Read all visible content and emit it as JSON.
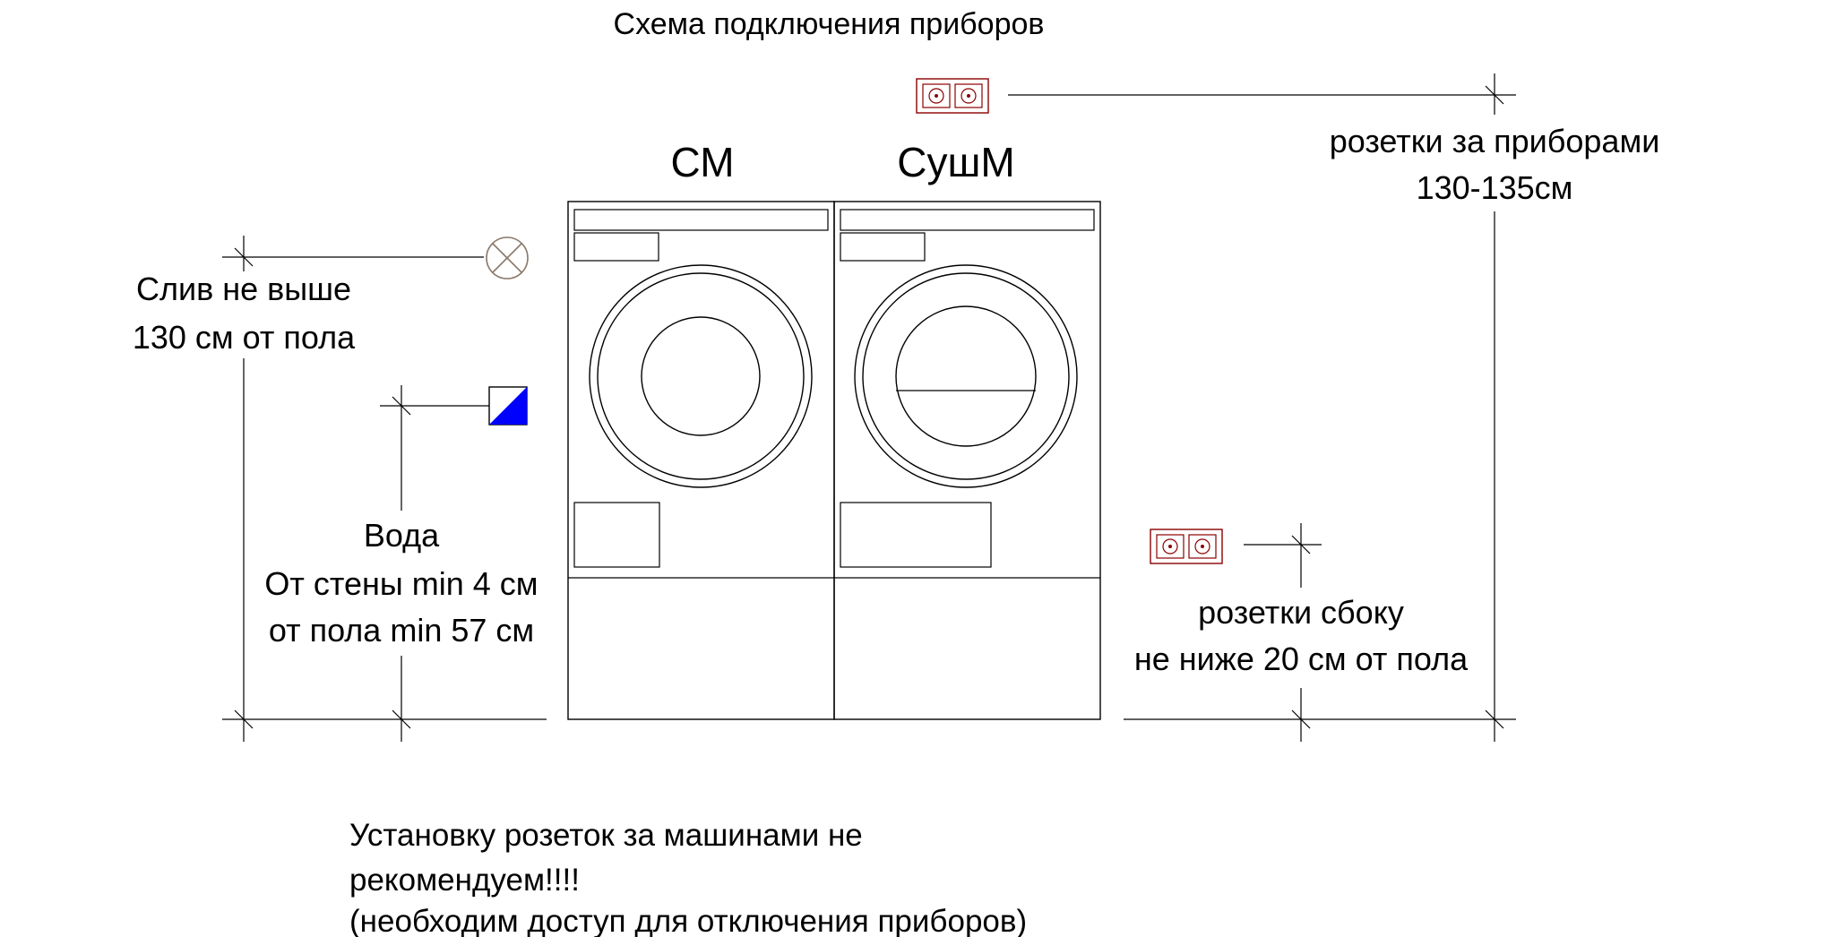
{
  "title": "Схема подключения приборов",
  "appliances": {
    "washer_label": "СМ",
    "dryer_label": "СушМ"
  },
  "drain": {
    "line1": "Слив не выше",
    "line2": "130 см от пола",
    "icon": "drain-valve-icon"
  },
  "water": {
    "line1": "Вода",
    "line2": "От стены min 4 см",
    "line3": "от пола min 57 см",
    "icon": "water-tap-icon",
    "icon_color": "#0000ff"
  },
  "sockets_behind": {
    "line1": "розетки за приборами",
    "line2": "130-135см",
    "icon": "double-socket-icon",
    "icon_color": "#8b0000"
  },
  "sockets_side": {
    "line1": "розетки сбоку",
    "line2": "не ниже 20 см от пола",
    "icon": "double-socket-icon"
  },
  "note": {
    "line1": "Установку розеток за машинами не",
    "line2": "рекомендуем!!!!",
    "line3": "(необходим доступ  для отключения приборов)"
  }
}
